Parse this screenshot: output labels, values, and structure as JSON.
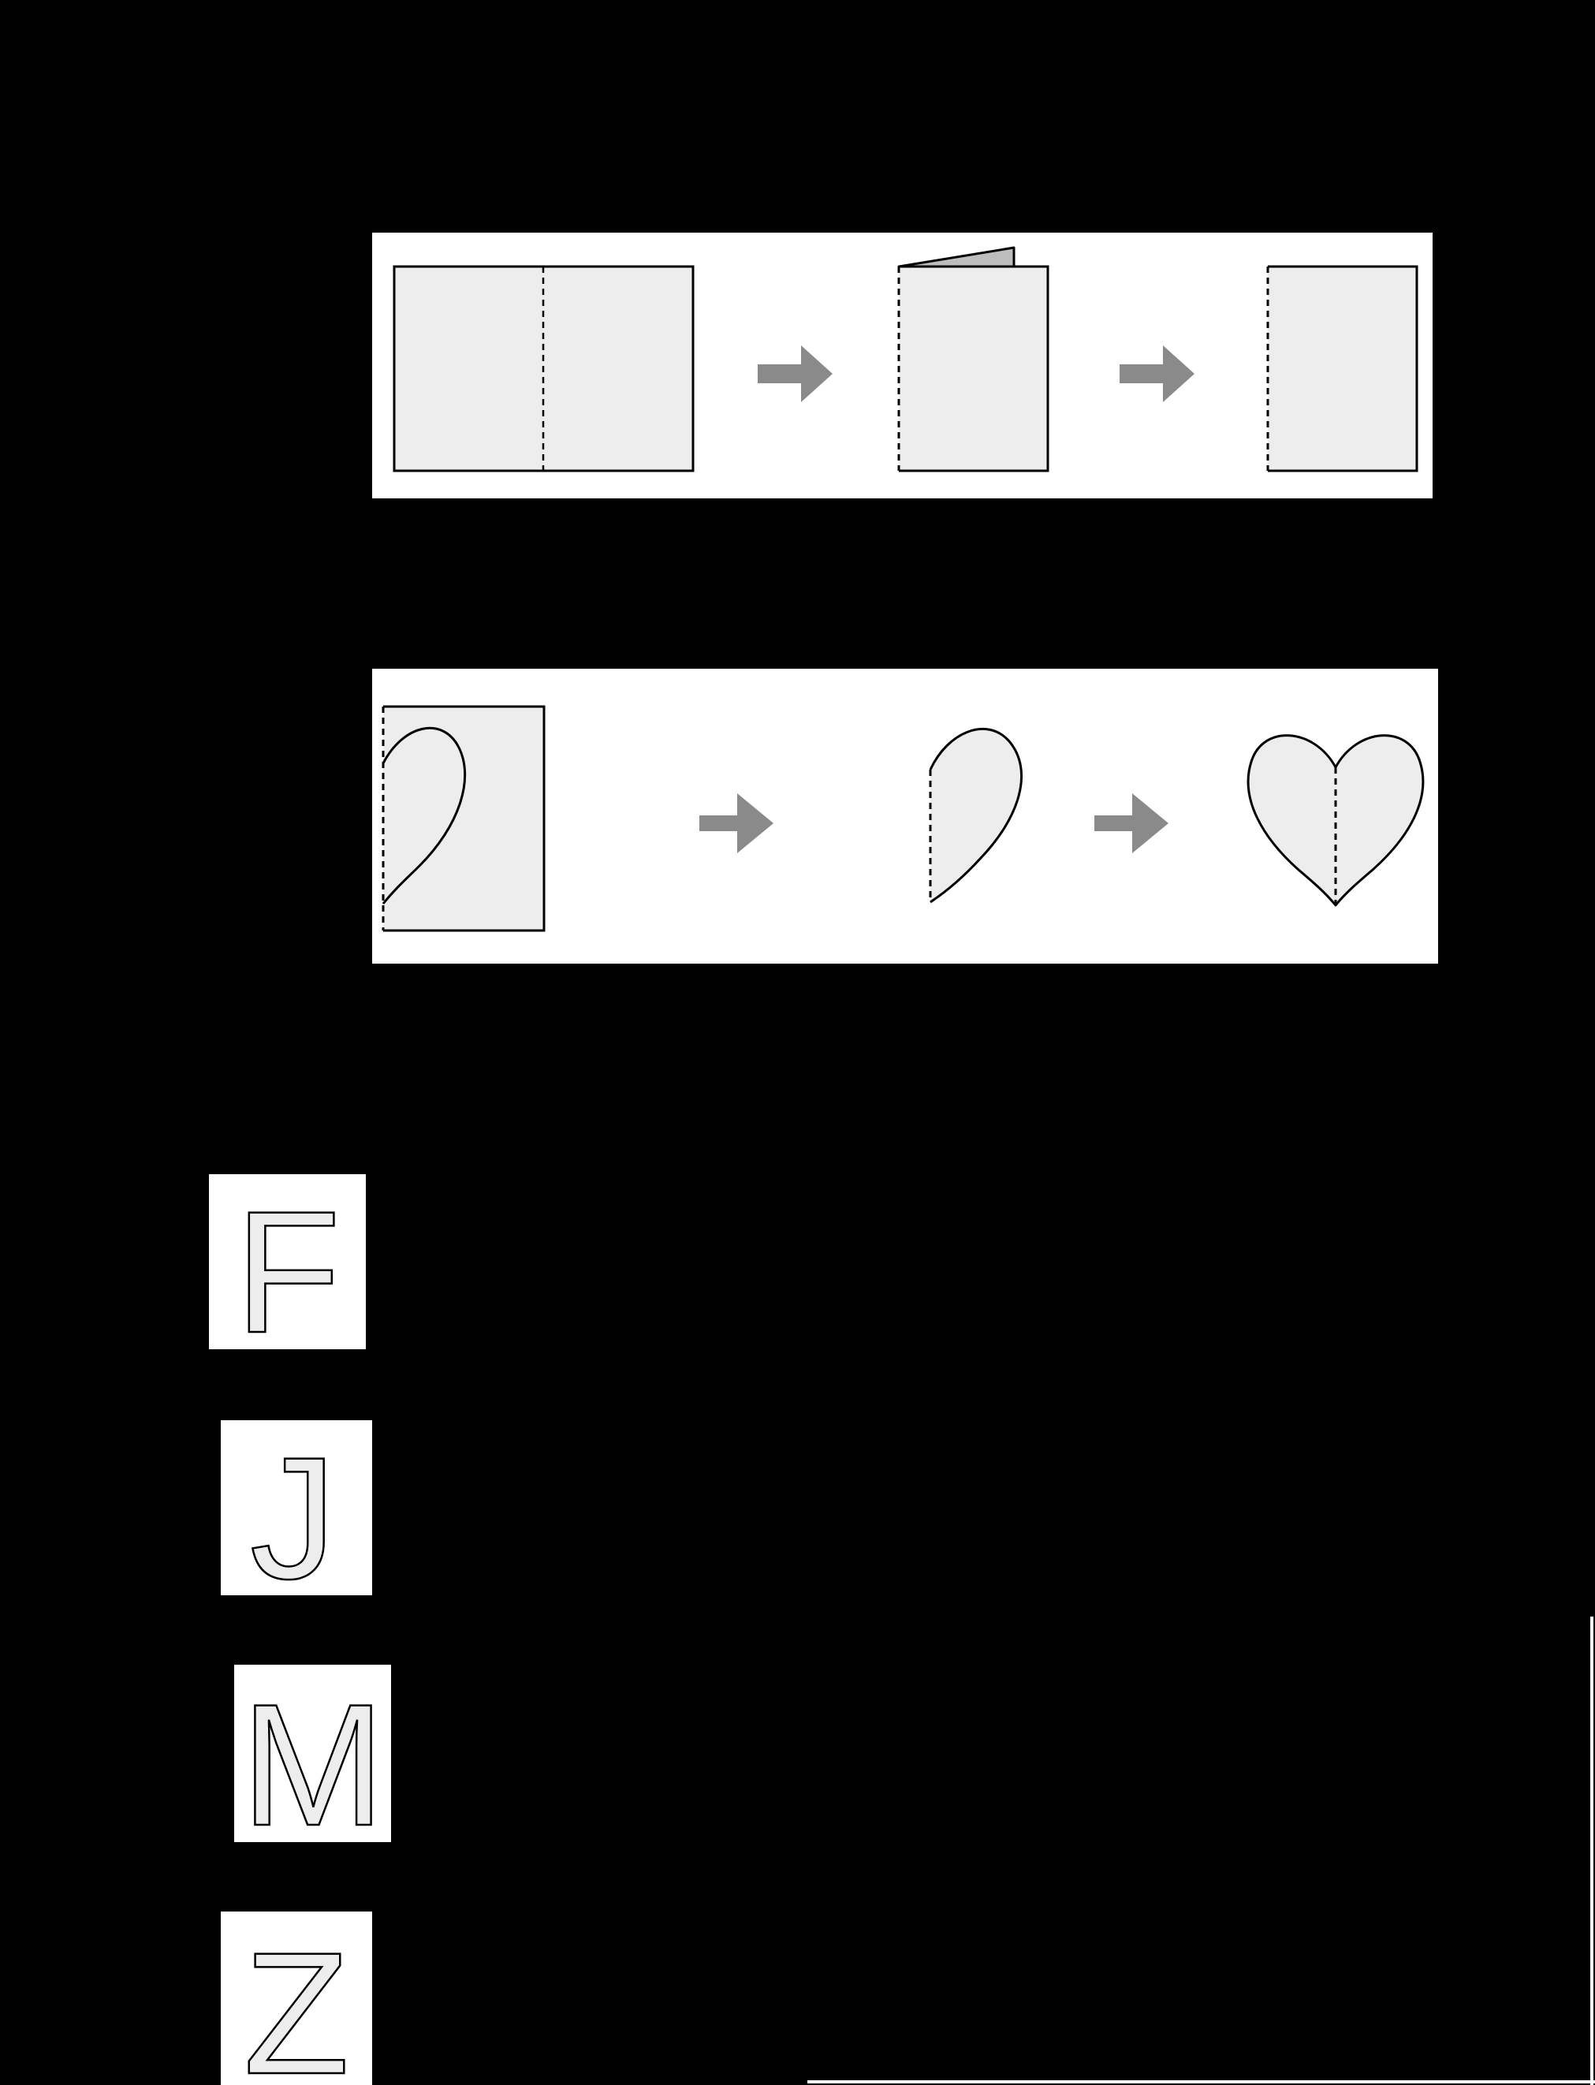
{
  "diagram": {
    "paper_fill": "#ededed",
    "fold_flap_fill": "#bdbdbd",
    "arrow_color": "#8a8a8a",
    "outline_color": "#000000",
    "background": "#000000",
    "panel_background": "#ffffff"
  },
  "folding_steps": [
    {
      "step": "unfolded-sheet",
      "shape": "rectangle with center fold line"
    },
    {
      "step": "folding-sheet",
      "shape": "half sheet with lifted flap"
    },
    {
      "step": "folded-sheet",
      "shape": "half sheet with fold edge"
    }
  ],
  "cutting_steps": [
    {
      "step": "draw-half-heart",
      "shape": "half heart drawn on folded sheet"
    },
    {
      "step": "cut-half-heart",
      "shape": "cut out half heart"
    },
    {
      "step": "open-heart",
      "shape": "full symmetrical heart"
    }
  ],
  "letters": [
    {
      "label": "F"
    },
    {
      "label": "J"
    },
    {
      "label": "M"
    },
    {
      "label": "Z"
    }
  ]
}
